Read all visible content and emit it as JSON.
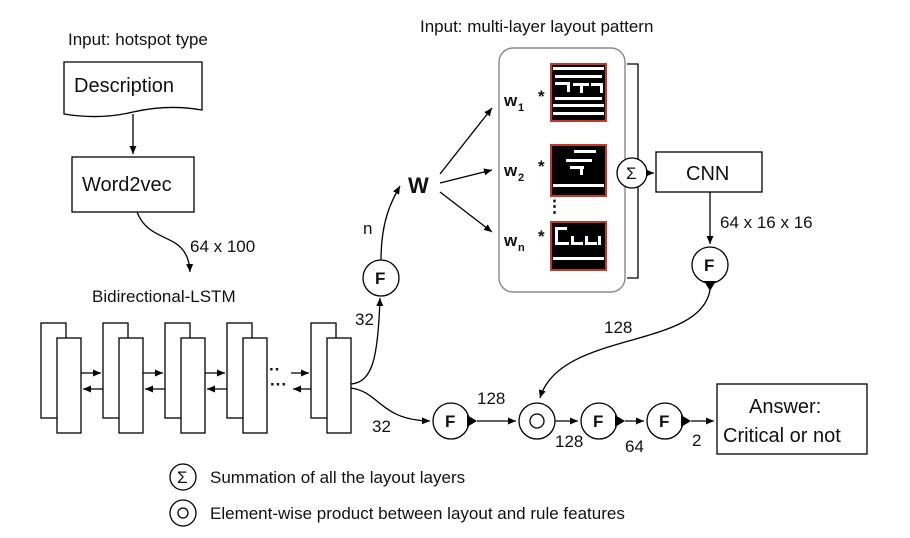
{
  "titles": {
    "hotspot_input": "Input: hotspot type",
    "layout_input": "Input: multi-layer layout pattern",
    "bilstm": "Bidirectional-LSTM"
  },
  "nodes": {
    "description": "Description",
    "word2vec": "Word2vec",
    "cnn": "CNN",
    "answer_line1": "Answer:",
    "answer_line2": "Critical or not",
    "w_node": "W",
    "f_node": "F",
    "sigma": "Σ"
  },
  "weights": {
    "w1": "w",
    "w1_sub": "1",
    "w2": "w",
    "w2_sub": "2",
    "wn": "w",
    "wn_sub": "n",
    "star": "*",
    "vdots": "⋮"
  },
  "dims": {
    "word2vec_out": "64 x 100",
    "n": "n",
    "lstm_to_f_top": "32",
    "lstm_to_f_bottom": "32",
    "cnn_out": "64 x 16 x 16",
    "f_cnn_out": "128",
    "f_rule_out": "128",
    "product_out": "128",
    "f2_out": "64",
    "f3_out": "2",
    "lstm_dots_a": "··",
    "lstm_dots_b": "···"
  },
  "legend": {
    "sigma_text": "Summation of all the layout layers",
    "product_text": "Element-wise product between layout and rule features"
  }
}
